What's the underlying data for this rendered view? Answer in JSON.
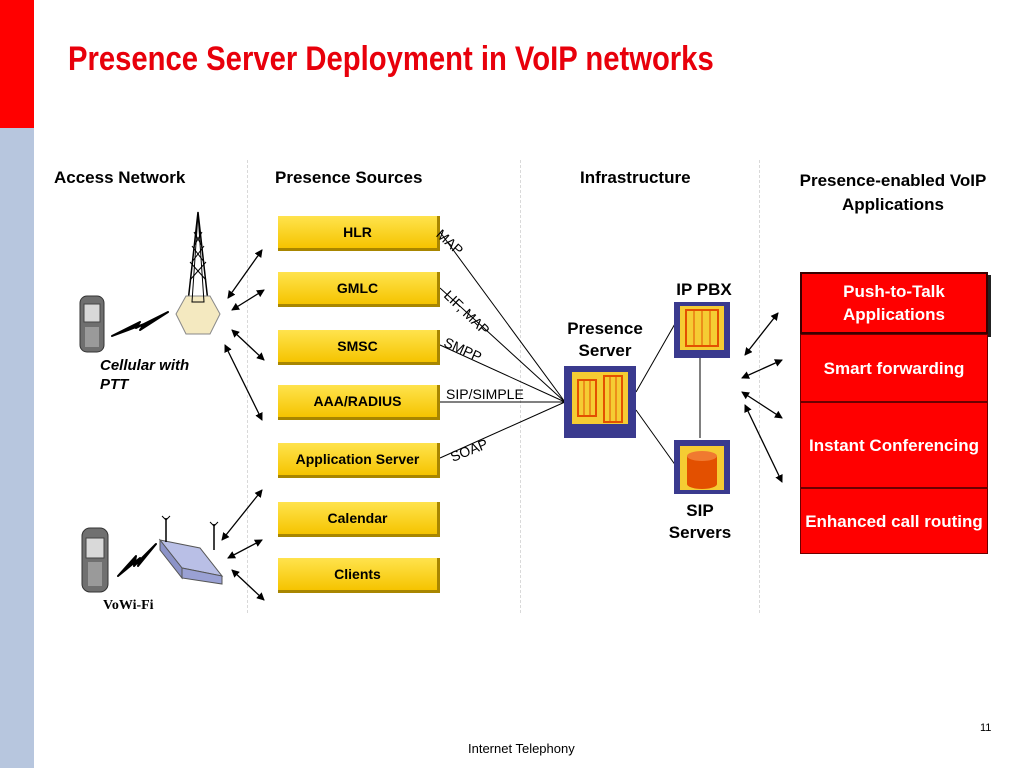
{
  "title": "Presence Server Deployment in VoIP networks",
  "columns": {
    "access": "Access Network",
    "sources": "Presence Sources",
    "infra": "Infrastructure",
    "apps": "Presence-enabled VoIP Applications"
  },
  "sources": [
    "HLR",
    "GMLC",
    "SMSC",
    "AAA/RADIUS",
    "Application Server",
    "Calendar",
    "Clients"
  ],
  "protocols": [
    "MAP",
    "LIF, MAP",
    "SMPP",
    "SIP/SIMPLE",
    "SOAP"
  ],
  "infra": {
    "presence_server": "Presence Server",
    "ip_pbx": "IP PBX",
    "sip_servers": "SIP Servers"
  },
  "apps": [
    "Push-to-Talk Applications",
    "Smart forwarding",
    "Instant Conferencing",
    "Enhanced call routing"
  ],
  "access": {
    "cellular": "Cellular with PTT",
    "vowifi": "VoWi-Fi"
  },
  "footer": "Internet Telephony",
  "page_number": "11",
  "colors": {
    "title": "#e8000b",
    "accent_red": "#ff0000",
    "sidebar_blue": "#b7c6de",
    "source_yellow": "#f5c400"
  }
}
